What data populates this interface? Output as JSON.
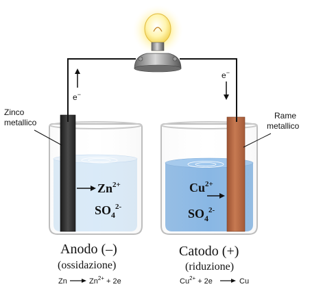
{
  "electron_label": "e",
  "electron_sup": "−",
  "left": {
    "metal_label_line1": "Zinco",
    "metal_label_line2": "metallico",
    "ion": "Zn",
    "ion_charge": "2+",
    "sulfate": "SO",
    "sulfate_sub": "4",
    "sulfate_charge": "2-",
    "electrode_name": "Anodo",
    "electrode_sign": "(–)",
    "process": "(ossidazione)",
    "eq_reactant": "Zn",
    "eq_product": "Zn",
    "eq_product_sup": "2+",
    "eq_tail": "+ 2e"
  },
  "right": {
    "metal_label_line1": "Rame",
    "metal_label_line2": "metallico",
    "ion": "Cu",
    "ion_charge": "2+",
    "sulfate": "SO",
    "sulfate_sub": "4",
    "sulfate_charge": "2-",
    "electrode_name": "Catodo",
    "electrode_sign": "(+)",
    "process": "(riduzione)",
    "eq_reactant": "Cu",
    "eq_reactant_sup": "2+",
    "eq_mid": "+ 2e",
    "eq_product": "Cu"
  },
  "colors": {
    "zinc_electrode": "#2b2b2b",
    "copper_electrode": "#b4663f",
    "zinc_solution": "#d6e8f7",
    "copper_solution": "#7fb1e2",
    "glass": "#c7c7c7",
    "wire": "#111111",
    "bulb_glow": "#fff3a0"
  }
}
